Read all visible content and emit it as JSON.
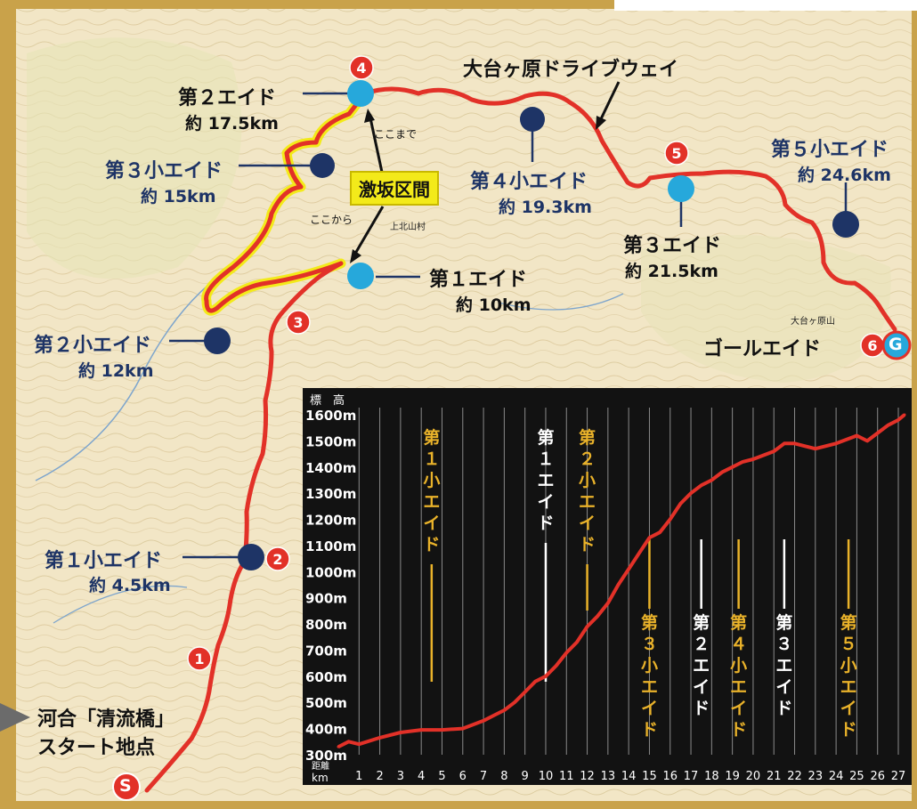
{
  "route_title": "大台ヶ原ドライブウェイ",
  "steep": {
    "label": "激坂区間",
    "start_label": "ここから",
    "end_label": "ここまで"
  },
  "start": {
    "line1": "河合「清流橋」",
    "line2": "スタート地点",
    "badge": "S"
  },
  "goal": {
    "label": "ゴールエイド",
    "badge": "G",
    "number": "6"
  },
  "map_names": {
    "mountain": "大台ヶ原山",
    "village": "上北山村"
  },
  "checkpoints": [
    "1",
    "2",
    "3",
    "4",
    "5",
    "6"
  ],
  "aid_stations": [
    {
      "id": "small1",
      "name": "第１小エイド",
      "dist": "約 4.5km"
    },
    {
      "id": "aid1",
      "name": "第１エイド",
      "dist": "約 10km"
    },
    {
      "id": "small2",
      "name": "第２小エイド",
      "dist": "約 12km"
    },
    {
      "id": "small3",
      "name": "第３小エイド",
      "dist": "約 15km"
    },
    {
      "id": "aid2",
      "name": "第２エイド",
      "dist": "約 17.5km"
    },
    {
      "id": "small4",
      "name": "第４小エイド",
      "dist": "約 19.3km"
    },
    {
      "id": "aid3",
      "name": "第３エイド",
      "dist": "約 21.5km"
    },
    {
      "id": "small5",
      "name": "第５小エイド",
      "dist": "約 24.6km"
    }
  ],
  "colors": {
    "route": "#e23128",
    "aid": "#26a8db",
    "small_aid": "#1e3466",
    "steep_highlight": "#f3ea1a",
    "chart_bg": "#121212",
    "minor_label": "#e9b22a"
  },
  "chart_data": {
    "type": "line",
    "title": "標　高",
    "xlabel": "距離 km",
    "ylabel": "",
    "x_ticks": [
      1,
      2,
      3,
      4,
      5,
      6,
      7,
      8,
      9,
      10,
      11,
      12,
      13,
      14,
      15,
      16,
      17,
      18,
      19,
      20,
      21,
      22,
      23,
      24,
      25,
      26,
      27
    ],
    "y_ticks": [
      "300m",
      "400m",
      "500m",
      "600m",
      "700m",
      "800m",
      "900m",
      "1000m",
      "1100m",
      "1200m",
      "1300m",
      "1400m",
      "1500m",
      "1600m"
    ],
    "xlim": [
      0,
      27.3
    ],
    "ylim": [
      300,
      1600
    ],
    "series": [
      {
        "x": [
          0,
          0.5,
          1,
          2,
          3,
          4,
          5,
          6,
          7,
          7.5,
          8,
          8.5,
          9,
          9.5,
          10,
          10.5,
          11,
          11.5,
          12,
          12.5,
          13,
          13.5,
          14,
          14.5,
          15,
          15.5,
          16,
          16.5,
          17,
          17.5,
          18,
          18.5,
          19,
          19.5,
          20,
          21,
          21.5,
          22,
          22.5,
          23,
          24,
          25,
          25.5,
          26,
          26.5,
          27,
          27.3
        ],
        "y": [
          330,
          350,
          340,
          365,
          385,
          395,
          395,
          400,
          430,
          450,
          470,
          500,
          540,
          580,
          600,
          640,
          690,
          730,
          790,
          830,
          880,
          950,
          1010,
          1070,
          1130,
          1150,
          1200,
          1260,
          1300,
          1330,
          1350,
          1380,
          1400,
          1420,
          1430,
          1460,
          1490,
          1490,
          1480,
          1470,
          1490,
          1520,
          1500,
          1530,
          1560,
          1580,
          1600
        ]
      }
    ],
    "markers": [
      {
        "x": 4.5,
        "label": "第１小エイド",
        "kind": "small"
      },
      {
        "x": 10,
        "label": "第１エイド",
        "kind": "main"
      },
      {
        "x": 12,
        "label": "第２小エイド",
        "kind": "small"
      },
      {
        "x": 15,
        "label": "第３小エイド",
        "kind": "small"
      },
      {
        "x": 17.5,
        "label": "第２エイド",
        "kind": "main"
      },
      {
        "x": 19.3,
        "label": "第４小エイド",
        "kind": "small"
      },
      {
        "x": 21.5,
        "label": "第３エイド",
        "kind": "main"
      },
      {
        "x": 24.6,
        "label": "第５小エイド",
        "kind": "small"
      }
    ]
  }
}
